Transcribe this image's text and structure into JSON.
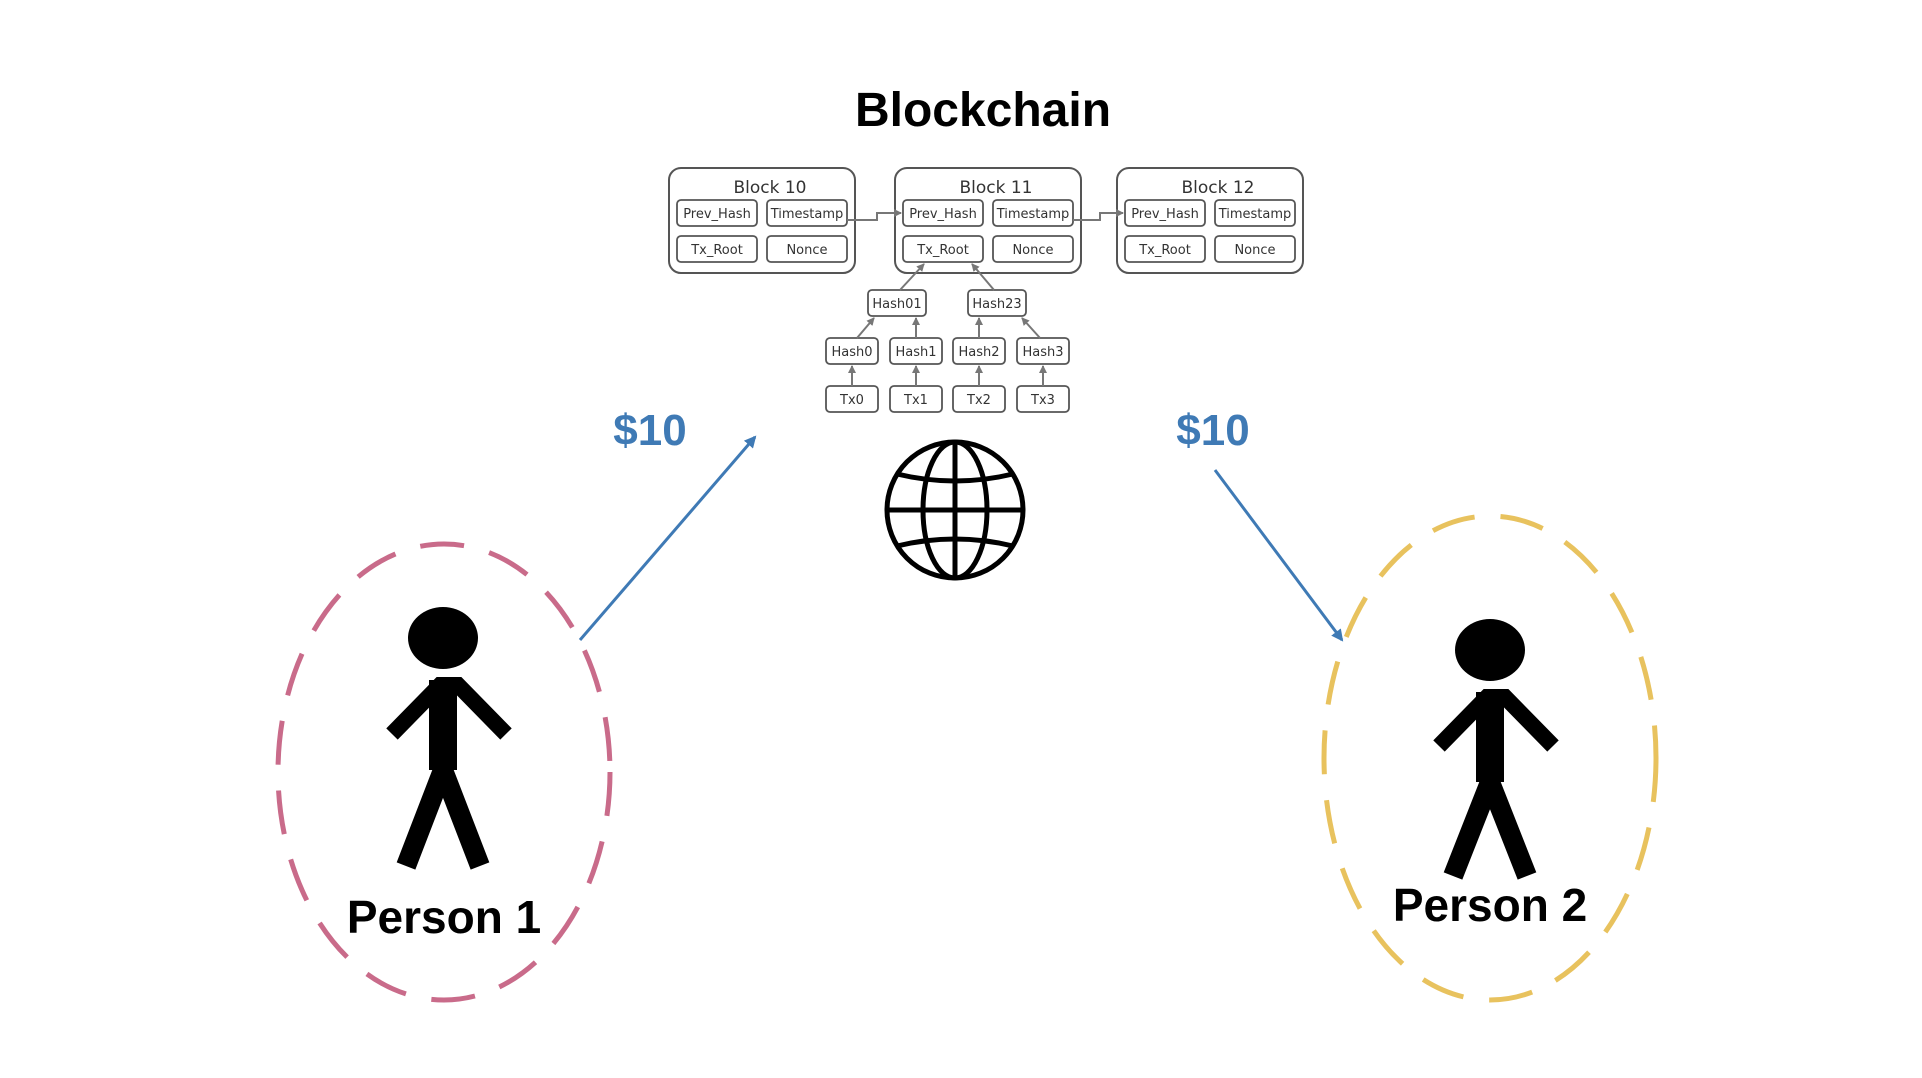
{
  "title": "Blockchain",
  "blocks": [
    {
      "label": "Block 10",
      "fields": [
        "Prev_Hash",
        "Timestamp",
        "Tx_Root",
        "Nonce"
      ]
    },
    {
      "label": "Block 11",
      "fields": [
        "Prev_Hash",
        "Timestamp",
        "Tx_Root",
        "Nonce"
      ]
    },
    {
      "label": "Block 12",
      "fields": [
        "Prev_Hash",
        "Timestamp",
        "Tx_Root",
        "Nonce"
      ]
    }
  ],
  "merkle": {
    "level1": [
      "Hash01",
      "Hash23"
    ],
    "level2": [
      "Hash0",
      "Hash1",
      "Hash2",
      "Hash3"
    ],
    "transactions": [
      "Tx0",
      "Tx1",
      "Tx2",
      "Tx3"
    ]
  },
  "transfers": [
    {
      "amount": "$10",
      "direction": "to-blockchain"
    },
    {
      "amount": "$10",
      "direction": "to-person"
    }
  ],
  "people": [
    {
      "name": "Person 1",
      "ring_color": "#c96b8a"
    },
    {
      "name": "Person 2",
      "ring_color": "#e8c25e"
    }
  ],
  "colors": {
    "arrow": "#3f7ab5",
    "money": "#3f7ab5"
  }
}
